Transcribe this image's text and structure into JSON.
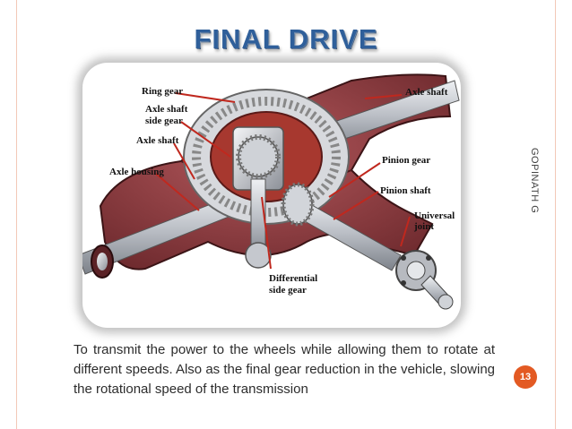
{
  "slide": {
    "title": "FINAL DRIVE",
    "author": "GOPINATH G",
    "page_number": "13",
    "body": "To transmit the power to the wheels while allowing them to rotate at different speeds. Also as the final gear reduction in the vehicle, slowing the rotational speed of the transmission"
  },
  "figure": {
    "labels": {
      "ring_gear": "Ring gear",
      "axle_shaft_top": "Axle shaft",
      "axle_shaft_side_gear_1": "Axle shaft",
      "axle_shaft_side_gear_2": "side gear",
      "axle_shaft_left": "Axle shaft",
      "axle_housing": "Axle housing",
      "pinion_gear": "Pinion gear",
      "pinion_shaft": "Pinion shaft",
      "universal_joint_1": "Universal",
      "universal_joint_2": "joint",
      "differential_side_gear_1": "Differential",
      "differential_side_gear_2": "side gear"
    },
    "colors": {
      "housing": "#8e3b3f",
      "metal": "#c9ccd2",
      "title": "#2f5f9a",
      "accent": "#e35a23"
    }
  }
}
